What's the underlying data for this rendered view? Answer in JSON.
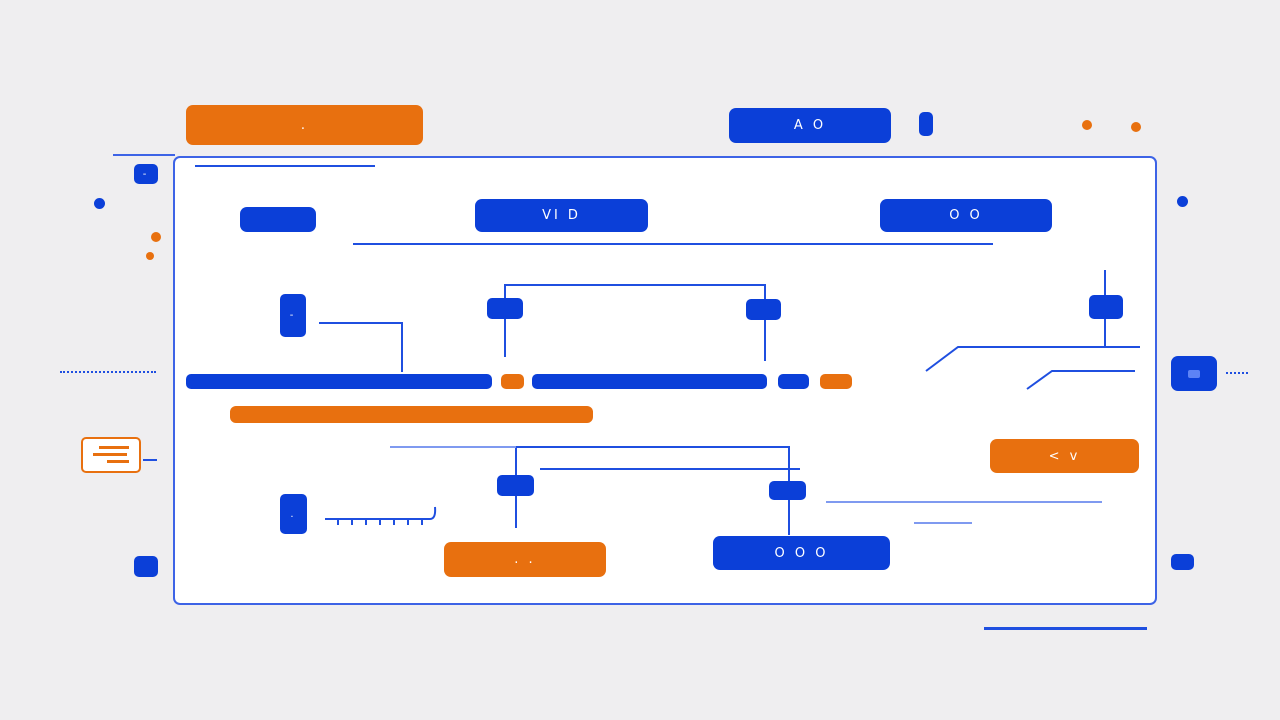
{
  "header": {
    "top_left_button": ".",
    "top_right_button": "A O"
  },
  "panel": {
    "buttons": {
      "top_mid": "VI D",
      "top_right": "O O",
      "right_orange": "< v",
      "bottom_orange": ". .",
      "bottom_blue": "O O O"
    }
  },
  "colors": {
    "accent_blue": "#0b3fd8",
    "accent_orange": "#e8700f",
    "background": "#efeef0",
    "panel": "#ffffff"
  }
}
